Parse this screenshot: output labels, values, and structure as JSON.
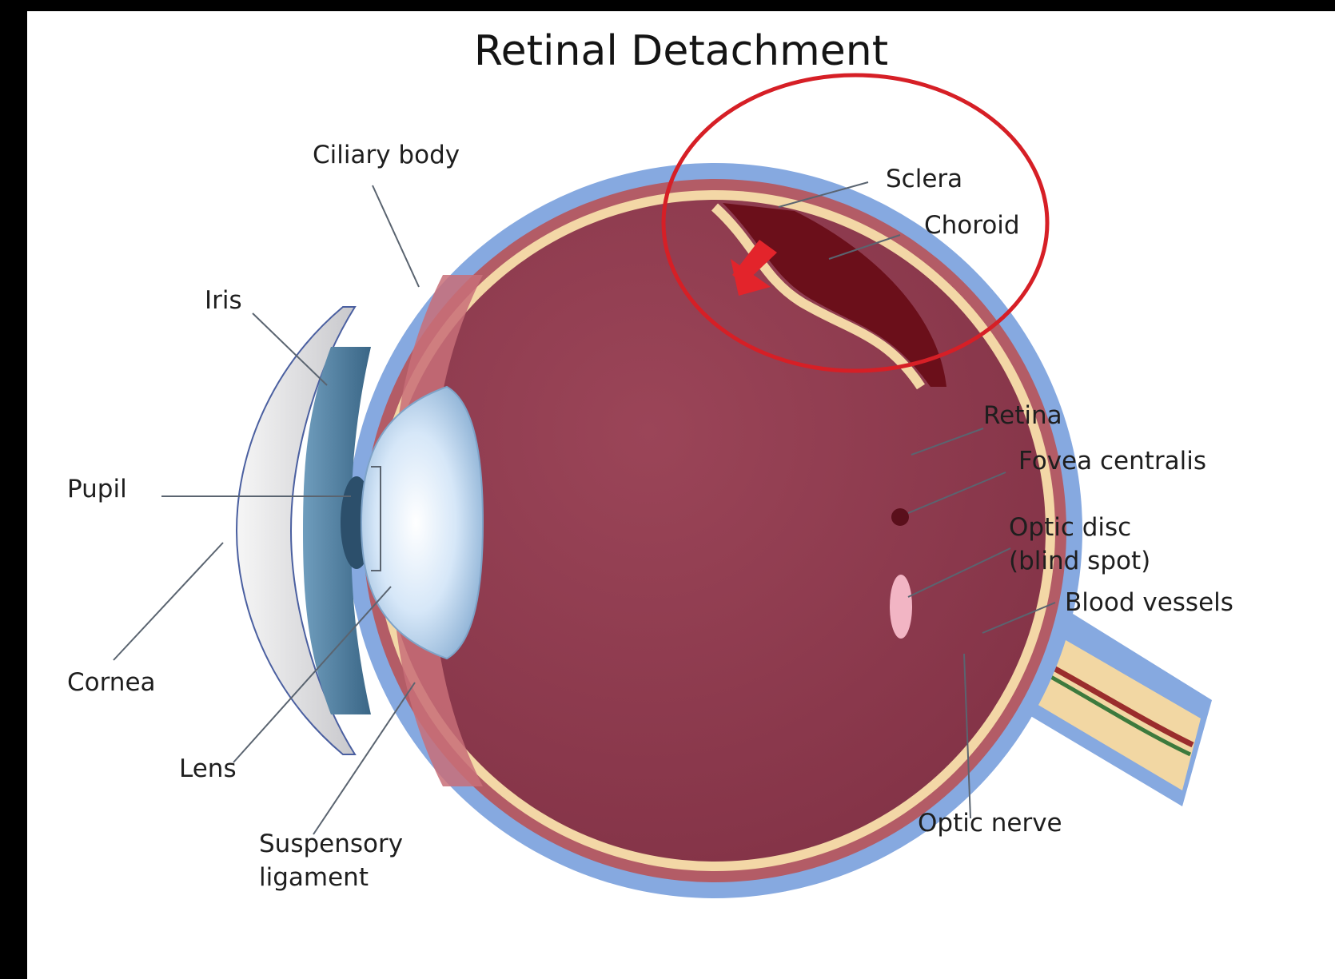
{
  "title": "Retinal Detachment",
  "labels": {
    "ciliary_body": "Ciliary body",
    "sclera": "Sclera",
    "choroid": "Choroid",
    "iris": "Iris",
    "pupil": "Pupil",
    "cornea": "Cornea",
    "lens": "Lens",
    "suspensory_ligament_line1": "Suspensory",
    "suspensory_ligament_line2": "ligament",
    "retina": "Retina",
    "fovea_centralis": "Fovea centralis",
    "optic_disc_line1": "Optic disc",
    "optic_disc_line2": "(blind spot)",
    "blood_vessels": "Blood vessels",
    "optic_nerve": "Optic nerve"
  },
  "colors": {
    "background_border": "#000000",
    "canvas": "#ffffff",
    "sclera": "#86a9e0",
    "choroid": "#b35c66",
    "retina": "#f3d7a6",
    "vitreous": "#8b3a4d",
    "detached_gap": "#6b0f1a",
    "highlight_circle": "#d61f26",
    "arrow": "#e3242b",
    "lens": "#c9def4",
    "iris": "#4f7fa0",
    "optic_nerve": "#f2d7a3",
    "leader_lines": "#5a6470",
    "text": "#1e1e1e"
  }
}
